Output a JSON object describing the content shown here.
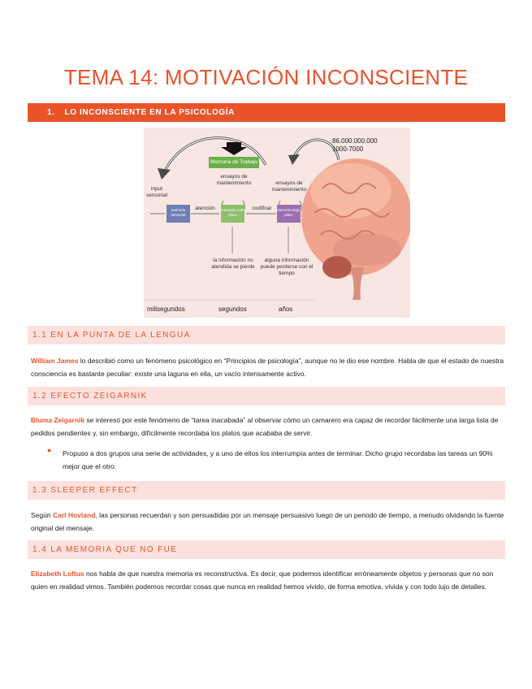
{
  "title": "TEMA 14: MOTIVACIÓN INCONSCIENTE",
  "section1": {
    "number": "1.",
    "label": "LO INCONSCIENTE EN LA PSICOLOGÍA"
  },
  "figure": {
    "count_top": "86.000.000.000",
    "count_bottom": "1000-7000",
    "working_memory": "Memoria de Trabajo",
    "input_label": "input sensorial",
    "rehearsal_1": "ensayos de mantenimiento",
    "rehearsal_2": "ensayos de mantenimiento",
    "attention": "atención",
    "encode": "codificar",
    "box_sensory": "memoria sensorial",
    "box_short": "memoria corto plazo",
    "box_long": "memoria largo plazo",
    "lost_info": "la información no atendida se pierde",
    "lost_time": "alguna información puede perderse con el tiempo",
    "axis_1": "milisegundos",
    "axis_2": "segundos",
    "axis_3": "años"
  },
  "subsections": [
    {
      "heading": "1.1 EN LA PUNTA DE LA LENGUA",
      "name": "William James",
      "text": " lo describió como un fenómeno psicológico en “Principios de psicología”, aunque no le dio ese nombre. Habla de que el estado de nuestra consciencia es bastante peculiar: existe una laguna en ella, un vacío intensamente activo."
    },
    {
      "heading": "1.2 EFECTO ZEIGARNIK",
      "name": "Bluma Zeigarnik",
      "text": " se interesó por este fenómeno de “tarea inacabada” al observar cómo un camarero era capaz de recordar fácilmente una larga lista de pedidos pendientes y, sin embargo, difícilmente recordaba los platos que acababa de servir.",
      "bullet": "Propuso a dos grupos una serie de actividades, y a uno de ellos los interrumpía antes de terminar. Dicho grupo recordaba las tareas un 90% mejor que el otro."
    },
    {
      "heading": "1.3 SLEEPER EFFECT",
      "prefix": "Según ",
      "name": "Carl Hovland",
      "text": ", las personas recuerdan y son persuadidas por un mensaje persuasivo luego de un periodo de tiempo, a menudo olvidando la fuente original del mensaje."
    },
    {
      "heading": "1.4 LA MEMORIA QUE NO FUE",
      "name": "Elizabeth Loftus",
      "text": " nos habla de que nuestra memoria es reconstructiva. Es decir, que podemos identificar erróneamente objetos y personas que no son quien en realidad vimos. También podemos recordar cosas que nunca en realidad hemos vivido, de forma emotiva, vívida y con todo lujo de detalles."
    }
  ],
  "colors": {
    "accent": "#e8532a",
    "sub_bar": "#fbe1dd",
    "figure_bg": "#f7e6e2"
  }
}
